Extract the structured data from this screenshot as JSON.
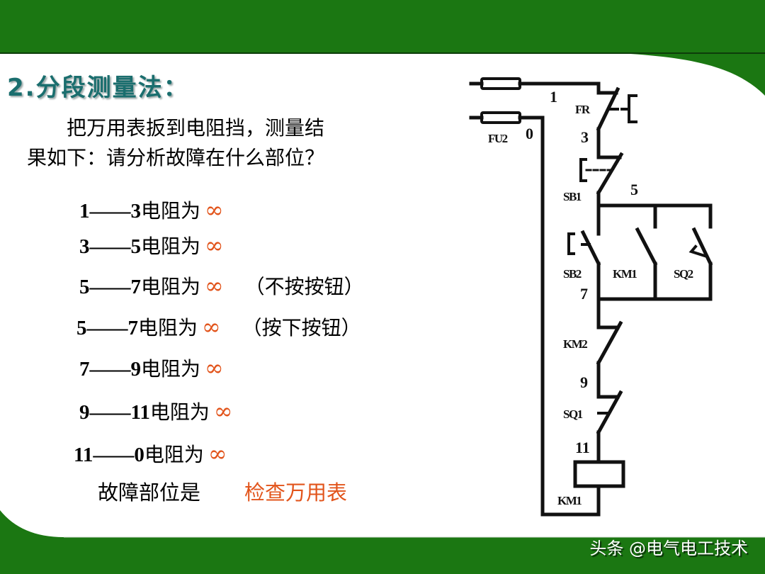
{
  "slide": {
    "title": "2.分段测量法：",
    "intro_line1": "把万用表扳到电阻挡，测量结",
    "intro_line2": "果如下：请分析故障在什么部位？",
    "measurements": [
      {
        "from": "1",
        "dash": "——",
        "to": "3",
        "text": "电阻为",
        "value": "∞",
        "note": ""
      },
      {
        "from": "3",
        "dash": "——",
        "to": "5",
        "text": "电阻为",
        "value": "∞",
        "note": ""
      },
      {
        "from": "5",
        "dash": "——",
        "to": "7",
        "text": "电阻为",
        "value": "∞",
        "note": "（不按按钮）"
      },
      {
        "from": "5",
        "dash": "——",
        "to": "7",
        "text": "电阻为",
        "value": "∞",
        "note": "（按下按钮）"
      },
      {
        "from": "7",
        "dash": "——",
        "to": "9",
        "text": "电阻为",
        "value": "∞",
        "note": ""
      },
      {
        "from": "9",
        "dash": "——",
        "to": "11",
        "text": "电阻为",
        "value": "∞",
        "note": ""
      },
      {
        "from": "11",
        "dash": "——",
        "to": "0",
        "text": "电阻为",
        "value": "∞",
        "note": ""
      }
    ],
    "answer_label": "故障部位是",
    "answer_value": "检查万用表"
  },
  "circuit": {
    "labels": {
      "n1": "1",
      "n0": "0",
      "n3": "3",
      "n5": "5",
      "n7": "7",
      "n9": "9",
      "n11": "11",
      "fu2": "FU2",
      "fr": "FR",
      "sb1": "SB1",
      "sb2": "SB2",
      "km1_contact": "KM1",
      "sq2": "SQ2",
      "km2": "KM2",
      "sq1": "SQ1",
      "km1_coil": "KM1"
    }
  },
  "watermark": "头条 @电气电工技术",
  "colors": {
    "band_green": "#1b7712",
    "title_teal": "#1a6e6e",
    "accent_orange": "#e2541b"
  }
}
